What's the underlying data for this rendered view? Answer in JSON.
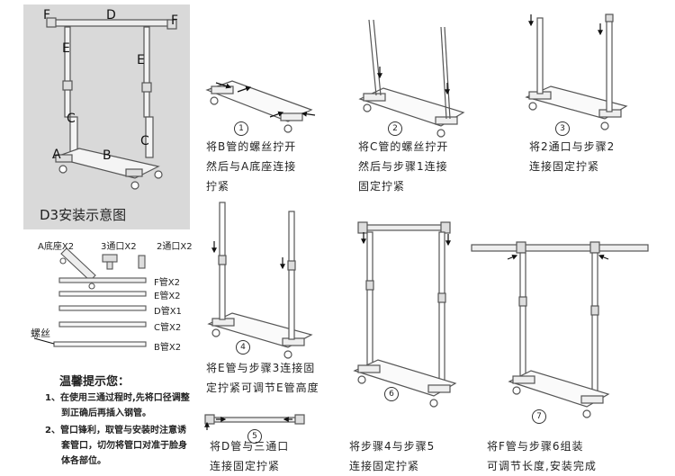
{
  "panel": {
    "title": "D3安装示意图",
    "labels": {
      "F_left": "F",
      "F_right": "F",
      "D": "D",
      "E_left": "E",
      "E_right": "E",
      "C_left": "C",
      "C_right": "C",
      "A": "A",
      "B": "B"
    }
  },
  "steps": [
    {
      "num": "1",
      "lines": [
        "将B管的螺丝拧开",
        "然后与A底座连接",
        "拧紧"
      ]
    },
    {
      "num": "2",
      "lines": [
        "将C管的螺丝拧开",
        "然后与步骤1连接",
        "固定拧紧"
      ]
    },
    {
      "num": "3",
      "lines": [
        "将2通口与步骤2",
        "连接固定拧紧"
      ]
    },
    {
      "num": "4",
      "lines": [
        "将E管与步骤3连接固",
        "定拧紧可调节E管高度"
      ]
    },
    {
      "num": "5",
      "lines": [
        "将D管与三通口",
        "连接固定拧紧"
      ]
    },
    {
      "num": "6",
      "lines": [
        "将步骤4与步骤5",
        "连接固定拧紧"
      ]
    },
    {
      "num": "7",
      "lines": [
        "将F管与步骤6组装",
        "可调节长度,安装完成"
      ]
    }
  ],
  "parts": {
    "base": "A底座X2",
    "tee": "3通口X2",
    "two_way": "2通口X2",
    "f_tube": "F管X2",
    "e_tube": "E管X2",
    "d_tube": "D管X1",
    "c_tube": "C管X2",
    "b_tube": "B管X2",
    "screw": "螺丝"
  },
  "tips": {
    "title": "温馨提示您：",
    "items": [
      {
        "num": "1、",
        "lines": [
          "在使用三通过程时,先将口径调整",
          "到正确后再插入钢管。"
        ]
      },
      {
        "num": "2、",
        "lines": [
          "管口锋利，取管与安装时注意诱",
          "套管口，切勿将管口对准于脸身",
          "体各部位。"
        ]
      }
    ]
  }
}
